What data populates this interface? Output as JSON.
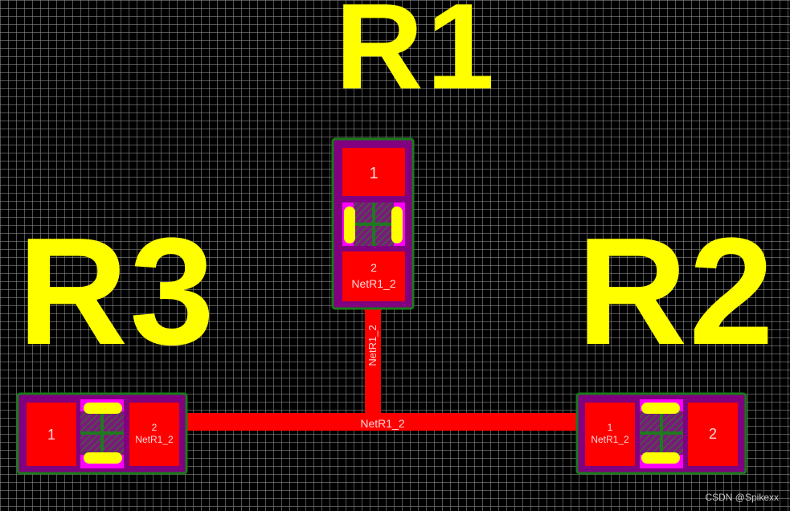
{
  "components": {
    "r1": {
      "designator": "R1",
      "pad1": "1",
      "pad2": "2",
      "pad2_net": "NetR1_2"
    },
    "r2": {
      "designator": "R2",
      "pad1": "1",
      "pad1_net": "NetR1_2",
      "pad2": "2"
    },
    "r3": {
      "designator": "R3",
      "pad1": "1",
      "pad2": "2",
      "pad2_net": "NetR1_2"
    }
  },
  "traces": {
    "horizontal_net": "NetR1_2",
    "vertical_net": "NetR1_2"
  },
  "colors": {
    "background": "#000000",
    "designator": "#ffff00",
    "pad": "#ff0000",
    "trace": "#ff0000",
    "solder_mask": "#800080",
    "courtyard": "#1a7a1a",
    "body_fill": "#ff00ff",
    "body_cross": "#1f7a1f"
  },
  "watermark": "CSDN @Spikexx"
}
